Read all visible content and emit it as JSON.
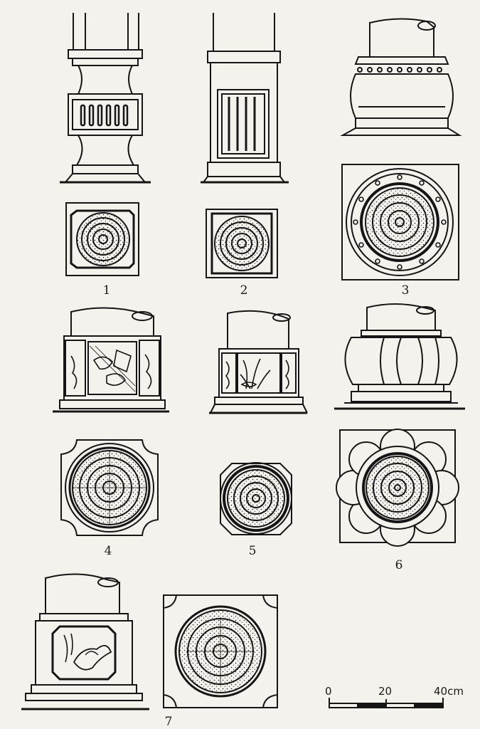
{
  "figures": [
    {
      "number": "1",
      "type": "column-base-elevation-and-plan",
      "plan": "square-chamfered"
    },
    {
      "number": "2",
      "type": "column-base-elevation-and-plan",
      "plan": "square"
    },
    {
      "number": "3",
      "type": "column-base-elevation-and-plan",
      "plan": "round-beaded"
    },
    {
      "number": "4",
      "type": "column-base-elevation-and-plan",
      "plan": "square-concave-corners",
      "motif": "flower-and-vase"
    },
    {
      "number": "5",
      "type": "column-base-elevation-and-plan",
      "plan": "octagonal",
      "motif": "plant-and-bird"
    },
    {
      "number": "6",
      "type": "column-base-elevation-and-plan",
      "plan": "lotus-petals"
    },
    {
      "number": "7",
      "type": "column-base-elevation-and-plan",
      "plan": "square-concave-corners",
      "motif": "bird"
    }
  ],
  "scale_bar": {
    "ticks": [
      "0",
      "20",
      "40cm"
    ]
  }
}
